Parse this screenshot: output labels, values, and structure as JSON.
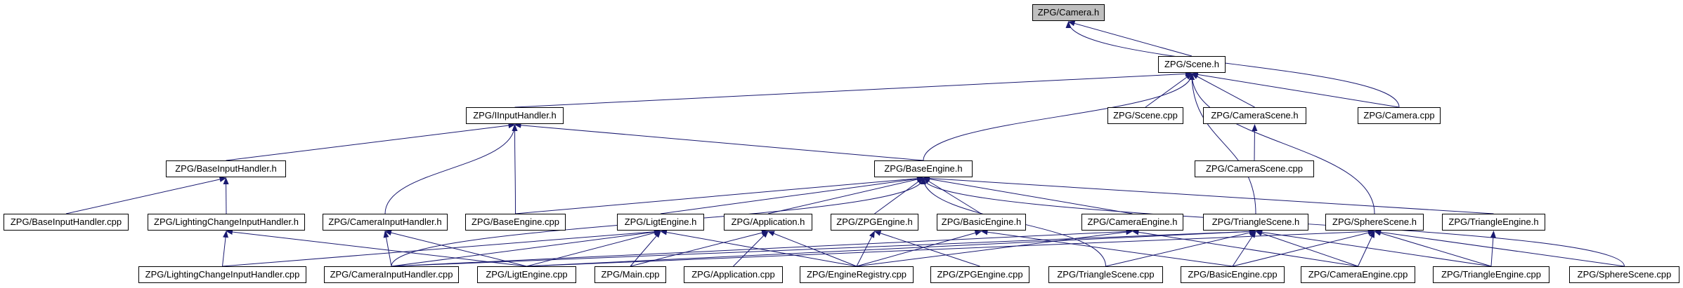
{
  "diagram": {
    "root": "camera_h",
    "colors": {
      "node_border": "#000000",
      "node_fill": "#ffffff",
      "root_fill": "#bfbfbf",
      "edge": "#191970"
    },
    "nodes": [
      {
        "id": "camera_h",
        "label": "ZPG/Camera.h"
      },
      {
        "id": "scene_h",
        "label": "ZPG/Scene.h"
      },
      {
        "id": "iinputhandler_h",
        "label": "ZPG/IInputHandler.h"
      },
      {
        "id": "scene_cpp",
        "label": "ZPG/Scene.cpp"
      },
      {
        "id": "camerascene_h",
        "label": "ZPG/CameraScene.h"
      },
      {
        "id": "camera_cpp",
        "label": "ZPG/Camera.cpp"
      },
      {
        "id": "baseinputhandler_h",
        "label": "ZPG/BaseInputHandler.h"
      },
      {
        "id": "baseengine_h",
        "label": "ZPG/BaseEngine.h"
      },
      {
        "id": "camerascene_cpp",
        "label": "ZPG/CameraScene.cpp"
      },
      {
        "id": "baseinputhandler_cpp",
        "label": "ZPG/BaseInputHandler.cpp"
      },
      {
        "id": "lightingchangeinputhandler_h",
        "label": "ZPG/LightingChangeInputHandler.h"
      },
      {
        "id": "camerainputhandler_h",
        "label": "ZPG/CameraInputHandler.h"
      },
      {
        "id": "baseengine_cpp",
        "label": "ZPG/BaseEngine.cpp"
      },
      {
        "id": "ligtengine_h",
        "label": "ZPG/LigtEngine.h"
      },
      {
        "id": "application_h",
        "label": "ZPG/Application.h"
      },
      {
        "id": "zpgengine_h",
        "label": "ZPG/ZPGEngine.h"
      },
      {
        "id": "basicengine_h",
        "label": "ZPG/BasicEngine.h"
      },
      {
        "id": "cameraengine_h",
        "label": "ZPG/CameraEngine.h"
      },
      {
        "id": "trianglescene_h",
        "label": "ZPG/TriangleScene.h"
      },
      {
        "id": "spherescene_h",
        "label": "ZPG/SphereScene.h"
      },
      {
        "id": "triangleengine_h",
        "label": "ZPG/TriangleEngine.h"
      },
      {
        "id": "lightingchangeinputhandler_cpp",
        "label": "ZPG/LightingChangeInputHandler.cpp"
      },
      {
        "id": "camerainputhandler_cpp",
        "label": "ZPG/CameraInputHandler.cpp"
      },
      {
        "id": "ligtengine_cpp",
        "label": "ZPG/LigtEngine.cpp"
      },
      {
        "id": "main_cpp",
        "label": "ZPG/Main.cpp"
      },
      {
        "id": "application_cpp",
        "label": "ZPG/Application.cpp"
      },
      {
        "id": "engineregistry_cpp",
        "label": "ZPG/EngineRegistry.cpp"
      },
      {
        "id": "zpgengine_cpp",
        "label": "ZPG/ZPGEngine.cpp"
      },
      {
        "id": "trianglescene_cpp",
        "label": "ZPG/TriangleScene.cpp"
      },
      {
        "id": "basicengine_cpp",
        "label": "ZPG/BasicEngine.cpp"
      },
      {
        "id": "cameraengine_cpp",
        "label": "ZPG/CameraEngine.cpp"
      },
      {
        "id": "triangleengine_cpp",
        "label": "ZPG/TriangleEngine.cpp"
      },
      {
        "id": "spherescene_cpp",
        "label": "ZPG/SphereScene.cpp"
      }
    ],
    "edges": [
      [
        "camera_h",
        "scene_h"
      ],
      [
        "camera_h",
        "camera_cpp"
      ],
      [
        "scene_h",
        "iinputhandler_h"
      ],
      [
        "scene_h",
        "scene_cpp"
      ],
      [
        "scene_h",
        "camerascene_h"
      ],
      [
        "scene_h",
        "camera_cpp"
      ],
      [
        "scene_h",
        "baseengine_h"
      ],
      [
        "scene_h",
        "trianglescene_h"
      ],
      [
        "scene_h",
        "spherescene_h"
      ],
      [
        "camerascene_h",
        "camerascene_cpp"
      ],
      [
        "iinputhandler_h",
        "baseinputhandler_h"
      ],
      [
        "iinputhandler_h",
        "camerainputhandler_h"
      ],
      [
        "iinputhandler_h",
        "baseengine_cpp"
      ],
      [
        "iinputhandler_h",
        "baseengine_h"
      ],
      [
        "baseinputhandler_h",
        "baseinputhandler_cpp"
      ],
      [
        "baseinputhandler_h",
        "lightingchangeinputhandler_h"
      ],
      [
        "lightingchangeinputhandler_h",
        "lightingchangeinputhandler_cpp"
      ],
      [
        "lightingchangeinputhandler_h",
        "ligtengine_cpp"
      ],
      [
        "camerainputhandler_h",
        "camerainputhandler_cpp"
      ],
      [
        "camerainputhandler_h",
        "ligtengine_cpp"
      ],
      [
        "baseengine_h",
        "baseengine_cpp"
      ],
      [
        "baseengine_h",
        "camerainputhandler_cpp"
      ],
      [
        "baseengine_h",
        "ligtengine_h"
      ],
      [
        "baseengine_h",
        "application_h"
      ],
      [
        "baseengine_h",
        "zpgengine_h"
      ],
      [
        "baseengine_h",
        "basicengine_h"
      ],
      [
        "baseengine_h",
        "cameraengine_h"
      ],
      [
        "baseengine_h",
        "triangleengine_h"
      ],
      [
        "baseengine_h",
        "trianglescene_cpp"
      ],
      [
        "baseengine_h",
        "spherescene_cpp"
      ],
      [
        "ligtengine_h",
        "lightingchangeinputhandler_cpp"
      ],
      [
        "ligtengine_h",
        "camerainputhandler_cpp"
      ],
      [
        "ligtengine_h",
        "ligtengine_cpp"
      ],
      [
        "ligtengine_h",
        "main_cpp"
      ],
      [
        "ligtengine_h",
        "engineregistry_cpp"
      ],
      [
        "application_h",
        "main_cpp"
      ],
      [
        "application_h",
        "application_cpp"
      ],
      [
        "application_h",
        "engineregistry_cpp"
      ],
      [
        "zpgengine_h",
        "engineregistry_cpp"
      ],
      [
        "zpgengine_h",
        "zpgengine_cpp"
      ],
      [
        "basicengine_h",
        "engineregistry_cpp"
      ],
      [
        "basicengine_h",
        "basicengine_cpp"
      ],
      [
        "cameraengine_h",
        "camerainputhandler_cpp"
      ],
      [
        "cameraengine_h",
        "engineregistry_cpp"
      ],
      [
        "cameraengine_h",
        "cameraengine_cpp"
      ],
      [
        "trianglescene_h",
        "camerainputhandler_cpp"
      ],
      [
        "trianglescene_h",
        "ligtengine_cpp"
      ],
      [
        "trianglescene_h",
        "trianglescene_cpp"
      ],
      [
        "trianglescene_h",
        "basicengine_cpp"
      ],
      [
        "trianglescene_h",
        "cameraengine_cpp"
      ],
      [
        "trianglescene_h",
        "triangleengine_cpp"
      ],
      [
        "spherescene_h",
        "ligtengine_cpp"
      ],
      [
        "spherescene_h",
        "basicengine_cpp"
      ],
      [
        "spherescene_h",
        "cameraengine_cpp"
      ],
      [
        "spherescene_h",
        "triangleengine_cpp"
      ],
      [
        "spherescene_h",
        "spherescene_cpp"
      ],
      [
        "triangleengine_h",
        "triangleengine_cpp"
      ]
    ]
  }
}
